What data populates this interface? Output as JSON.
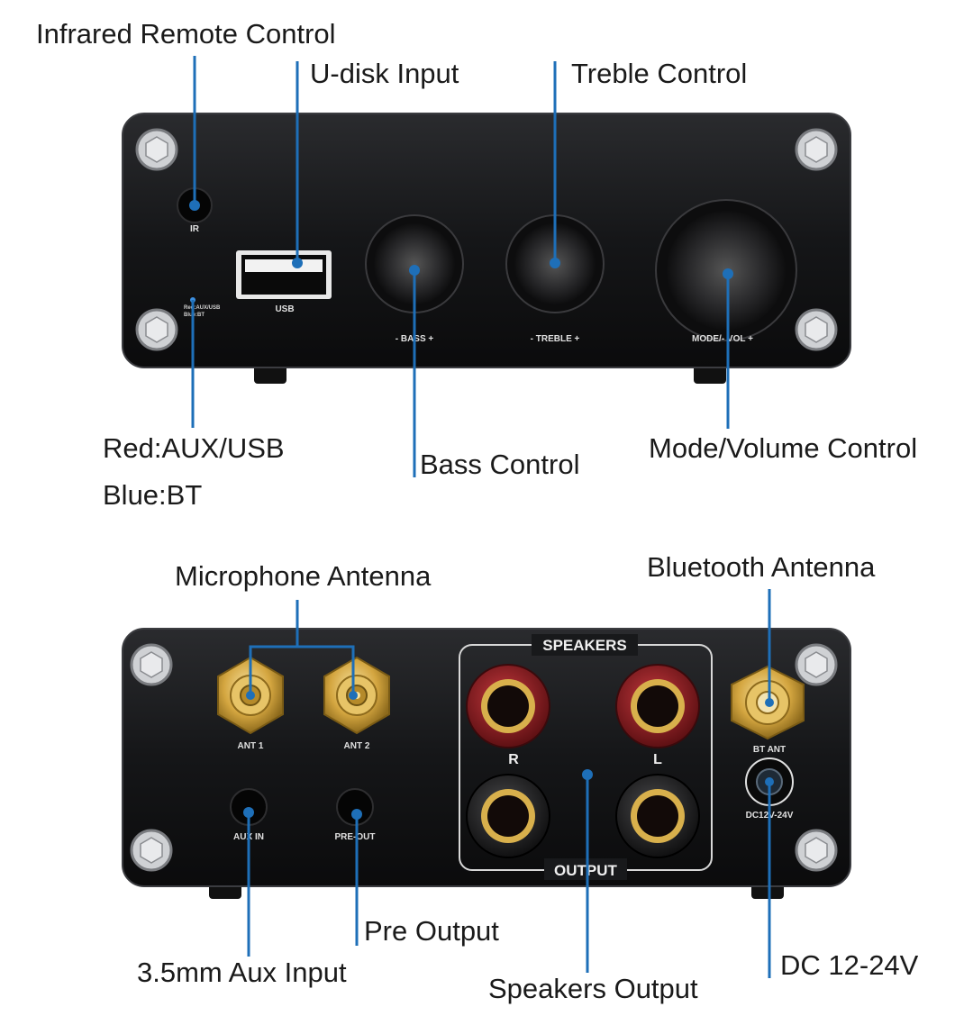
{
  "front_panel": {
    "callouts": {
      "infrared": "Infrared Remote Control",
      "udisk": "U-disk Input",
      "treble": "Treble Control",
      "led_red": "Red:AUX/USB",
      "led_blue": "Blue:BT",
      "bass": "Bass Control",
      "mode": "Mode/Volume Control"
    },
    "panel_labels": {
      "ir": "IR",
      "usb": "USB",
      "led": "Red:AUX/USB",
      "led2": "Blue:BT",
      "bass": "- BASS +",
      "treble": "- TREBLE +",
      "mode": "MODE/- VOL +"
    }
  },
  "rear_panel": {
    "callouts": {
      "mic_antenna": "Microphone Antenna",
      "bt_antenna": "Bluetooth Antenna",
      "pre_output": "Pre Output",
      "aux_input": "3.5mm Aux Input",
      "speakers_output": "Speakers Output",
      "dc": "DC 12-24V"
    },
    "panel_labels": {
      "ant1": "ANT 1",
      "ant2": "ANT 2",
      "speakers": "SPEAKERS",
      "right": "R",
      "left": "L",
      "output": "OUTPUT",
      "bt_ant": "BT ANT",
      "aux_in": "AUX IN",
      "pre_out": "PRE-OUT",
      "dc": "DC12V-24V"
    }
  },
  "colors": {
    "callout_line": "#1e6fb8",
    "panel": "#161719",
    "terminal_red": "#8b1c1f",
    "gold": "#d9b24a"
  }
}
